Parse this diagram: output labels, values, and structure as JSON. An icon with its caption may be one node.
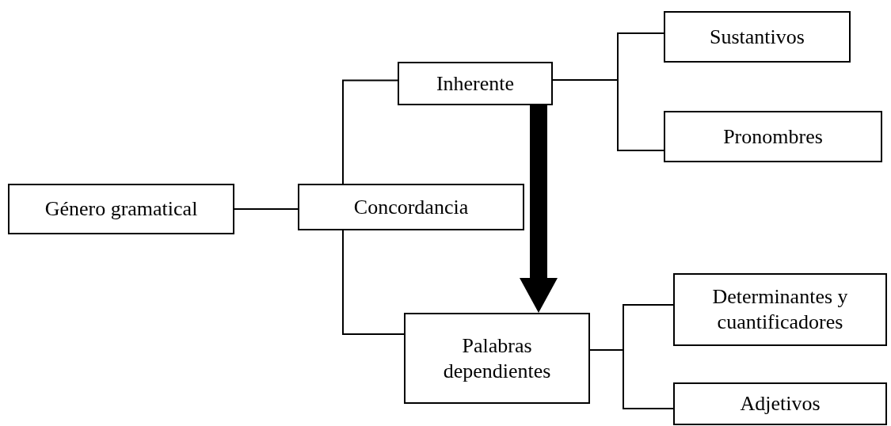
{
  "diagram": {
    "nodes": [
      {
        "text": [
          "Género gramatical"
        ]
      },
      {
        "text": [
          "Concordancia"
        ]
      },
      {
        "text": [
          "Inherente"
        ]
      },
      {
        "text": [
          "Sustantivos"
        ]
      },
      {
        "text": [
          "Pronombres"
        ]
      },
      {
        "text": [
          "Palabras dependientes"
        ]
      },
      {
        "text": [
          "Determinantes y cuantificadores"
        ]
      },
      {
        "text": [
          "Adjetivos"
        ]
      }
    ],
    "edges": [
      {
        "from": 0,
        "to": 1,
        "arrow": "none"
      },
      {
        "from": 1,
        "to": 2,
        "arrow": "none"
      },
      {
        "from": 1,
        "to": 5,
        "arrow": "none"
      },
      {
        "from": 2,
        "to": 3,
        "arrow": "none"
      },
      {
        "from": 2,
        "to": 4,
        "arrow": "none"
      },
      {
        "from": 2,
        "to": 5,
        "arrow": "to",
        "style": "thick"
      },
      {
        "from": 5,
        "to": 6,
        "arrow": "none"
      },
      {
        "from": 5,
        "to": 7,
        "arrow": "none"
      }
    ]
  }
}
